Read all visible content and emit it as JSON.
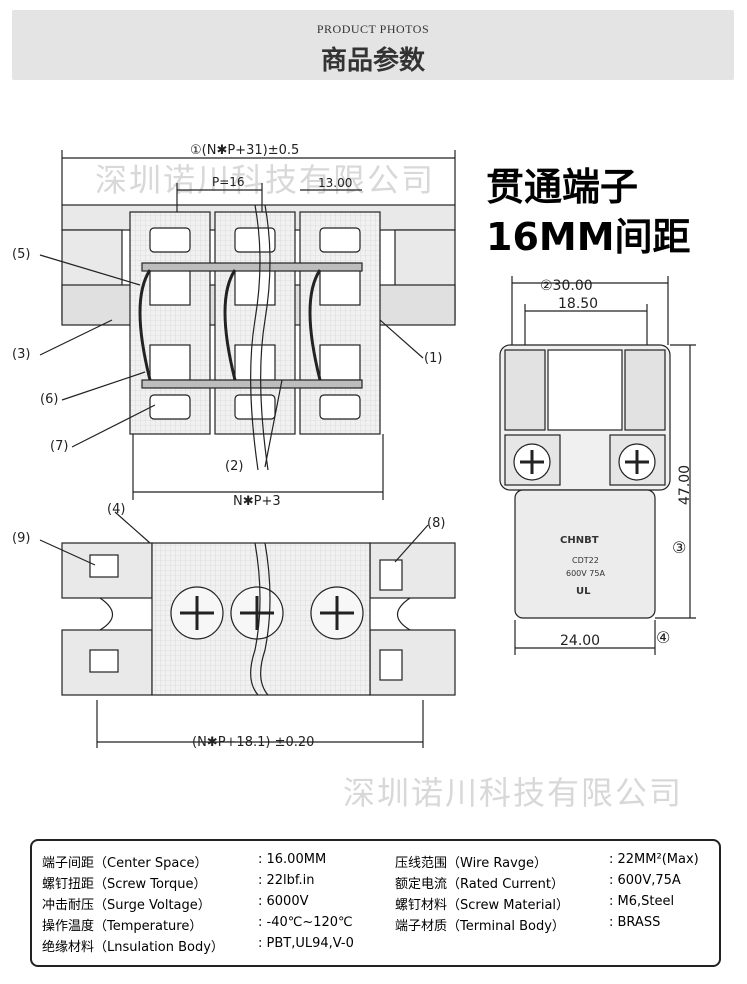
{
  "header": {
    "title_en": "PRODUCT PHOTOS",
    "title_cn": "商品参数"
  },
  "watermark": {
    "text": "深圳诺川科技有限公司"
  },
  "product": {
    "title_line1": "贯通端子",
    "title_line2": "16MM间距"
  },
  "front_view": {
    "dim_overall": "①(N✱P+31)±0.5",
    "dim_pitch": "P=16",
    "dim_13": "13.00",
    "dim_bottom": "N✱P+3",
    "callouts": [
      "(5)",
      "(3)",
      "(6)",
      "(7)",
      "(2)",
      "(1)"
    ]
  },
  "side_view": {
    "dim_30": "②30.00",
    "dim_1850": "18.50",
    "dim_47": "47.00",
    "dim_24": "24.00",
    "marker_3": "③",
    "marker_4": "④",
    "label_brand": "CHNBT",
    "label_model": "CDT22",
    "label_rating": "600V 75A",
    "label_mark": "UL"
  },
  "bottom_view": {
    "dim_bottom": "(N✱P+18.1) ±0.20",
    "callouts": [
      "(4)",
      "(9)",
      "(8)"
    ]
  },
  "specs": {
    "left": [
      {
        "label": "端子间距（Center Space）",
        "value": ": 16.00MM"
      },
      {
        "label": "螺钉扭距（Screw Torque）",
        "value": ": 22lbf.in"
      },
      {
        "label": "冲击耐压（Surge Voltage）",
        "value": ": 6000V"
      },
      {
        "label": "操作温度（Temperature）",
        "value": ": -40℃~120℃"
      },
      {
        "label": "绝缘材料（Lnsulation Body）",
        "value": ": PBT,UL94,V-0"
      }
    ],
    "right": [
      {
        "label": "压线范围（Wire Ravge）",
        "value": ": 22MM²(Max)"
      },
      {
        "label": "额定电流（Rated Current）",
        "value": ": 600V,75A"
      },
      {
        "label": "螺钉材料（Screw Material）",
        "value": ": M6,Steel"
      },
      {
        "label": "端子材质（Terminal Body）",
        "value": ": BRASS"
      }
    ]
  }
}
